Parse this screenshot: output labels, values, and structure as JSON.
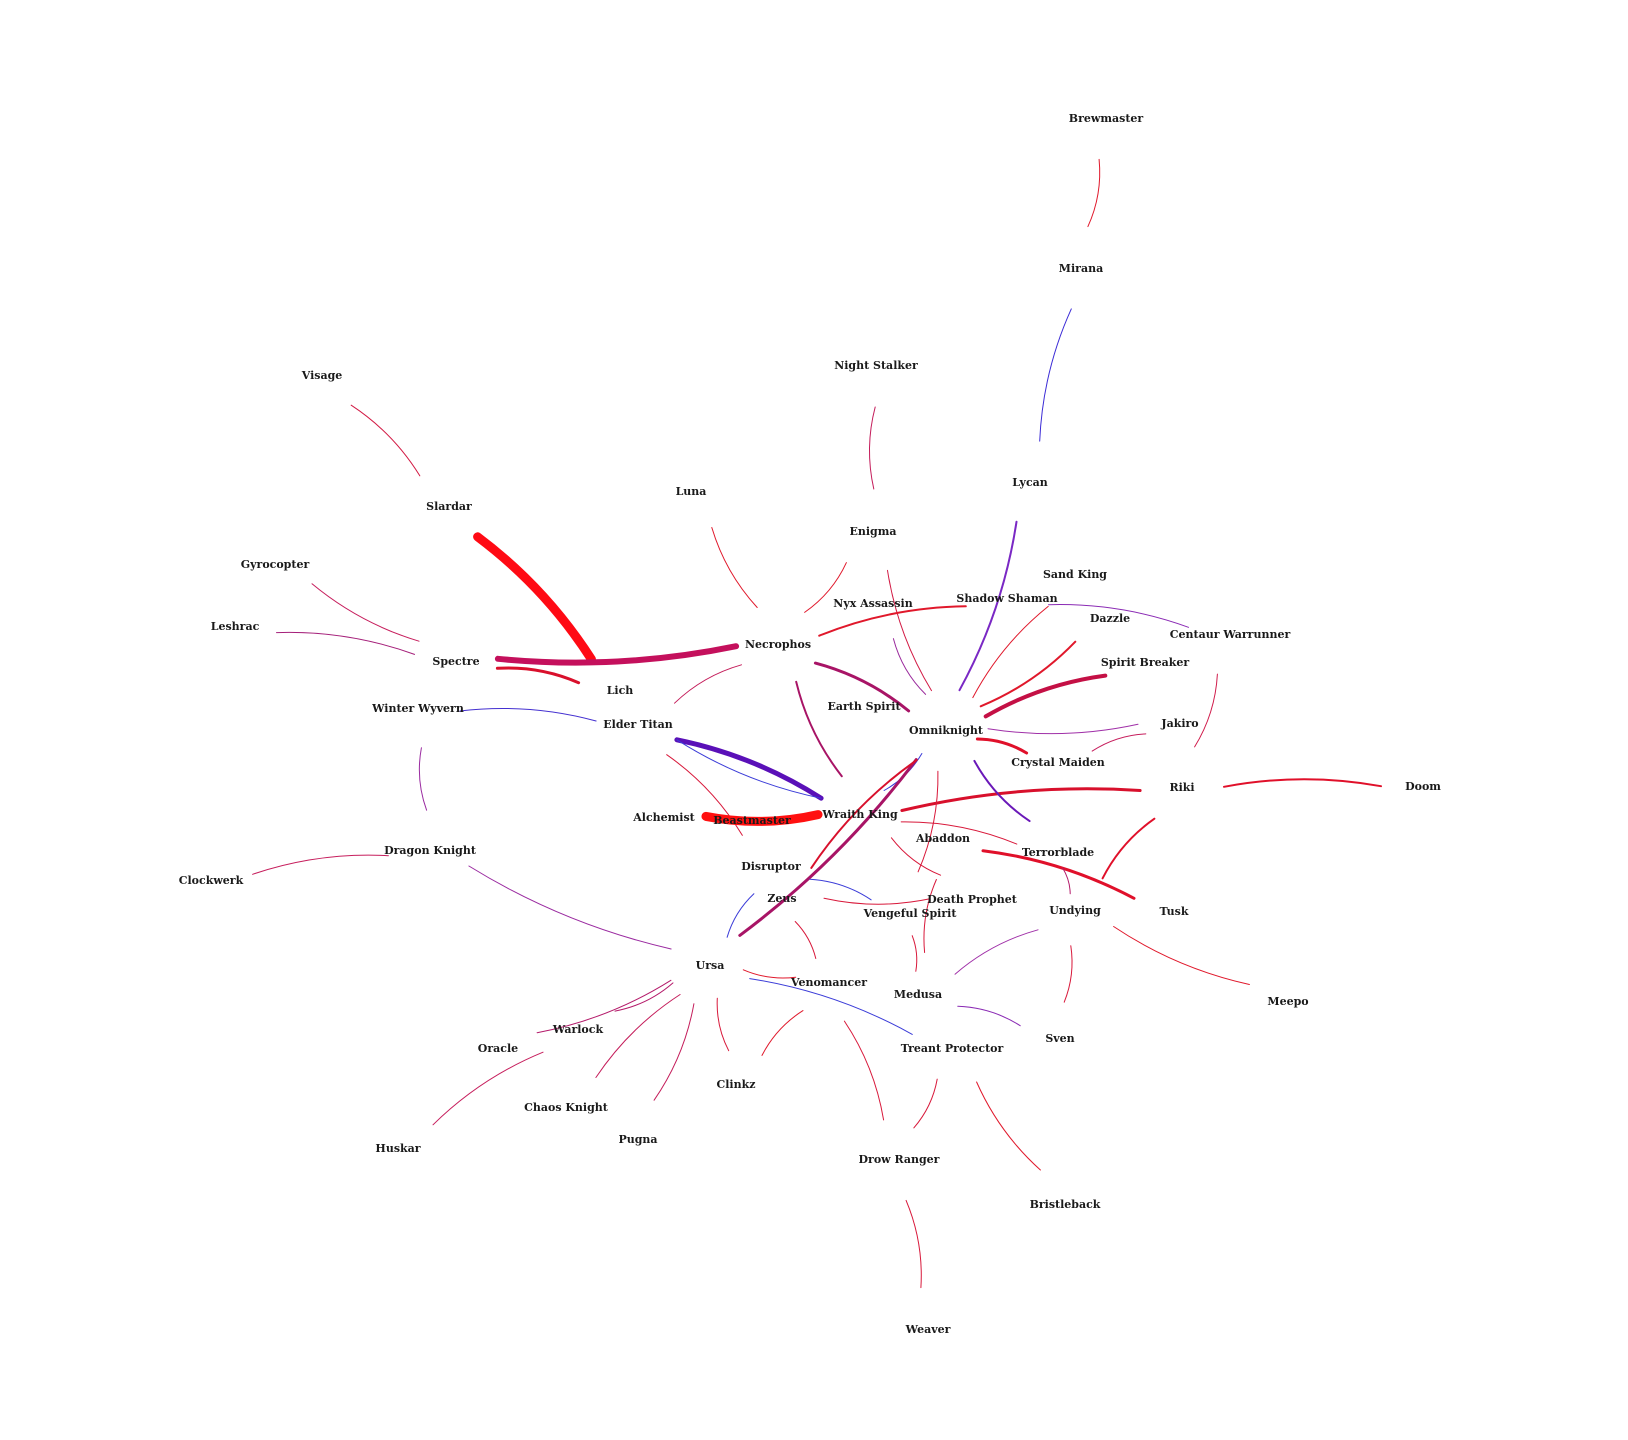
{
  "nodes": [
    {
      "id": "brewmaster",
      "label": "Brewmaster"
    },
    {
      "id": "mirana",
      "label": "Mirana"
    },
    {
      "id": "visage",
      "label": "Visage"
    },
    {
      "id": "night-stalker",
      "label": "Night Stalker"
    },
    {
      "id": "lycan",
      "label": "Lycan"
    },
    {
      "id": "luna",
      "label": "Luna"
    },
    {
      "id": "slardar",
      "label": "Slardar"
    },
    {
      "id": "enigma",
      "label": "Enigma"
    },
    {
      "id": "gyrocopter",
      "label": "Gyrocopter"
    },
    {
      "id": "sand-king",
      "label": "Sand King"
    },
    {
      "id": "nyx-assassin",
      "label": "Nyx Assassin"
    },
    {
      "id": "shadow-shaman",
      "label": "Shadow Shaman"
    },
    {
      "id": "dazzle",
      "label": "Dazzle"
    },
    {
      "id": "leshrac",
      "label": "Leshrac"
    },
    {
      "id": "centaur-warrunner",
      "label": "Centaur Warrunner"
    },
    {
      "id": "necrophos",
      "label": "Necrophos"
    },
    {
      "id": "spectre",
      "label": "Spectre"
    },
    {
      "id": "spirit-breaker",
      "label": "Spirit Breaker"
    },
    {
      "id": "lich",
      "label": "Lich"
    },
    {
      "id": "earth-spirit",
      "label": "Earth Spirit"
    },
    {
      "id": "winter-wyvern",
      "label": "Winter Wyvern"
    },
    {
      "id": "elder-titan",
      "label": "Elder Titan"
    },
    {
      "id": "jakiro",
      "label": "Jakiro"
    },
    {
      "id": "omniknight",
      "label": "Omniknight"
    },
    {
      "id": "crystal-maiden",
      "label": "Crystal Maiden"
    },
    {
      "id": "riki",
      "label": "Riki"
    },
    {
      "id": "doom",
      "label": "Doom"
    },
    {
      "id": "alchemist",
      "label": "Alchemist"
    },
    {
      "id": "beastmaster",
      "label": "Beastmaster"
    },
    {
      "id": "wraith-king",
      "label": "Wraith King"
    },
    {
      "id": "abaddon",
      "label": "Abaddon"
    },
    {
      "id": "dragon-knight",
      "label": "Dragon Knight"
    },
    {
      "id": "terrorblade",
      "label": "Terrorblade"
    },
    {
      "id": "disruptor",
      "label": "Disruptor"
    },
    {
      "id": "clockwerk",
      "label": "Clockwerk"
    },
    {
      "id": "death-prophet",
      "label": "Death Prophet"
    },
    {
      "id": "zeus",
      "label": "Zeus"
    },
    {
      "id": "undying",
      "label": "Undying"
    },
    {
      "id": "tusk",
      "label": "Tusk"
    },
    {
      "id": "vengeful-spirit",
      "label": "Vengeful Spirit"
    },
    {
      "id": "ursa",
      "label": "Ursa"
    },
    {
      "id": "venomancer",
      "label": "Venomancer"
    },
    {
      "id": "medusa",
      "label": "Medusa"
    },
    {
      "id": "meepo",
      "label": "Meepo"
    },
    {
      "id": "warlock",
      "label": "Warlock"
    },
    {
      "id": "sven",
      "label": "Sven"
    },
    {
      "id": "oracle",
      "label": "Oracle"
    },
    {
      "id": "treant-protector",
      "label": "Treant Protector"
    },
    {
      "id": "clinkz",
      "label": "Clinkz"
    },
    {
      "id": "chaos-knight",
      "label": "Chaos Knight"
    },
    {
      "id": "pugna",
      "label": "Pugna"
    },
    {
      "id": "huskar",
      "label": "Huskar"
    },
    {
      "id": "drow-ranger",
      "label": "Drow Ranger"
    },
    {
      "id": "bristleback",
      "label": "Bristleback"
    },
    {
      "id": "weaver",
      "label": "Weaver"
    }
  ],
  "edges": [
    {
      "source": "brewmaster",
      "target": "mirana",
      "color": "#e0182b",
      "weight": 1
    },
    {
      "source": "mirana",
      "target": "lycan",
      "color": "#3b2bd6",
      "weight": 1
    },
    {
      "source": "visage",
      "target": "slardar",
      "color": "#d21a44",
      "weight": 1
    },
    {
      "source": "night-stalker",
      "target": "enigma",
      "color": "#c41c5a",
      "weight": 1
    },
    {
      "source": "slardar",
      "target": "lich",
      "color": "#ff0a14",
      "weight": 9
    },
    {
      "source": "spectre",
      "target": "necrophos",
      "color": "#c4105c",
      "weight": 6
    },
    {
      "source": "spectre",
      "target": "lich",
      "color": "#d9102c",
      "weight": 3
    },
    {
      "source": "gyrocopter",
      "target": "spectre",
      "color": "#c61d5c",
      "weight": 1
    },
    {
      "source": "leshrac",
      "target": "spectre",
      "color": "#a5207a",
      "weight": 1
    },
    {
      "source": "luna",
      "target": "necrophos",
      "color": "#e0182b",
      "weight": 1
    },
    {
      "source": "enigma",
      "target": "necrophos",
      "color": "#e0182b",
      "weight": 1
    },
    {
      "source": "enigma",
      "target": "omniknight",
      "color": "#d21a44",
      "weight": 1
    },
    {
      "source": "necrophos",
      "target": "shadow-shaman",
      "color": "#e0182b",
      "weight": 2
    },
    {
      "source": "necrophos",
      "target": "elder-titan",
      "color": "#c41c5a",
      "weight": 1
    },
    {
      "source": "necrophos",
      "target": "omniknight",
      "color": "#a81466",
      "weight": 3
    },
    {
      "source": "necrophos",
      "target": "wraith-king",
      "color": "#a81466",
      "weight": 2
    },
    {
      "source": "lycan",
      "target": "omniknight",
      "color": "#7a28c4",
      "weight": 2
    },
    {
      "source": "nyx-assassin",
      "target": "omniknight",
      "color": "#9a2a9c",
      "weight": 1
    },
    {
      "source": "shadow-shaman",
      "target": "centaur-warrunner",
      "color": "#8a2ab4",
      "weight": 1
    },
    {
      "source": "sand-king",
      "target": "omniknight",
      "color": "#e0182b",
      "weight": 1
    },
    {
      "source": "dazzle",
      "target": "omniknight",
      "color": "#e0182b",
      "weight": 2
    },
    {
      "source": "spirit-breaker",
      "target": "omniknight",
      "color": "#c41045",
      "weight": 4
    },
    {
      "source": "jakiro",
      "target": "omniknight",
      "color": "#a030a8",
      "weight": 1
    },
    {
      "source": "jakiro",
      "target": "crystal-maiden",
      "color": "#c61d5c",
      "weight": 1
    },
    {
      "source": "centaur-warrunner",
      "target": "riki",
      "color": "#d01a4a",
      "weight": 1
    },
    {
      "source": "crystal-maiden",
      "target": "omniknight",
      "color": "#e0102a",
      "weight": 3
    },
    {
      "source": "winter-wyvern",
      "target": "elder-titan",
      "color": "#4430d0",
      "weight": 1
    },
    {
      "source": "winter-wyvern",
      "target": "dragon-knight",
      "color": "#9a2aa0",
      "weight": 1
    },
    {
      "source": "elder-titan",
      "target": "wraith-king",
      "color": "#5a10b8",
      "weight": 5
    },
    {
      "source": "elder-titan",
      "target": "wraith-king",
      "color": "#3b3cd8",
      "weight": 1
    },
    {
      "source": "elder-titan",
      "target": "disruptor",
      "color": "#d8183a",
      "weight": 1
    },
    {
      "source": "alchemist",
      "target": "wraith-king",
      "color": "#ff1010",
      "weight": 9
    },
    {
      "source": "wraith-king",
      "target": "riki",
      "color": "#d8102c",
      "weight": 3
    },
    {
      "source": "wraith-king",
      "target": "omniknight",
      "color": "#3b3cd8",
      "weight": 1
    },
    {
      "source": "wraith-king",
      "target": "terrorblade",
      "color": "#d8183a",
      "weight": 1
    },
    {
      "source": "wraith-king",
      "target": "death-prophet",
      "color": "#d8183a",
      "weight": 1
    },
    {
      "source": "omniknight",
      "target": "ursa",
      "color": "#a81466",
      "weight": 3
    },
    {
      "source": "omniknight",
      "target": "terrorblade",
      "color": "#6a18b8",
      "weight": 2
    },
    {
      "source": "omniknight",
      "target": "vengeful-spirit",
      "color": "#d8183a",
      "weight": 1
    },
    {
      "source": "omniknight",
      "target": "zeus",
      "color": "#d8102c",
      "weight": 2
    },
    {
      "source": "riki",
      "target": "doom",
      "color": "#e0102a",
      "weight": 2
    },
    {
      "source": "riki",
      "target": "undying",
      "color": "#e0102a",
      "weight": 2
    },
    {
      "source": "abaddon",
      "target": "tusk",
      "color": "#e0102a",
      "weight": 3
    },
    {
      "source": "abaddon",
      "target": "medusa",
      "color": "#d8183a",
      "weight": 1
    },
    {
      "source": "terrorblade",
      "target": "undying",
      "color": "#b41a6a",
      "weight": 1
    },
    {
      "source": "disruptor",
      "target": "ursa",
      "color": "#3b3cd8",
      "weight": 1
    },
    {
      "source": "disruptor",
      "target": "vengeful-spirit",
      "color": "#3b3cd8",
      "weight": 1
    },
    {
      "source": "dragon-knight",
      "target": "ursa",
      "color": "#9a2aa0",
      "weight": 1
    },
    {
      "source": "clockwerk",
      "target": "dragon-knight",
      "color": "#c61d5c",
      "weight": 1
    },
    {
      "source": "zeus",
      "target": "death-prophet",
      "color": "#d8183a",
      "weight": 1
    },
    {
      "source": "zeus",
      "target": "venomancer",
      "color": "#d8183a",
      "weight": 1
    },
    {
      "source": "undying",
      "target": "medusa",
      "color": "#a030a8",
      "weight": 1
    },
    {
      "source": "undying",
      "target": "sven",
      "color": "#d8183a",
      "weight": 1
    },
    {
      "source": "undying",
      "target": "meepo",
      "color": "#e0182b",
      "weight": 1
    },
    {
      "source": "ursa",
      "target": "warlock",
      "color": "#b41a6a",
      "weight": 1
    },
    {
      "source": "ursa",
      "target": "venomancer",
      "color": "#e0182b",
      "weight": 1
    },
    {
      "source": "ursa",
      "target": "treant-protector",
      "color": "#3b3cd8",
      "weight": 1
    },
    {
      "source": "ursa",
      "target": "chaos-knight",
      "color": "#c41c5a",
      "weight": 1
    },
    {
      "source": "ursa",
      "target": "pugna",
      "color": "#c41c5a",
      "weight": 1
    },
    {
      "source": "ursa",
      "target": "clinkz",
      "color": "#d8183a",
      "weight": 1
    },
    {
      "source": "ursa",
      "target": "oracle",
      "color": "#b41a6a",
      "weight": 1
    },
    {
      "source": "warlock",
      "target": "huskar",
      "color": "#c61d5c",
      "weight": 1
    },
    {
      "source": "venomancer",
      "target": "drow-ranger",
      "color": "#d8183a",
      "weight": 1
    },
    {
      "source": "venomancer",
      "target": "clinkz",
      "color": "#e0182b",
      "weight": 1
    },
    {
      "source": "medusa",
      "target": "sven",
      "color": "#8a2ab4",
      "weight": 1
    },
    {
      "source": "medusa",
      "target": "vengeful-spirit",
      "color": "#d8183a",
      "weight": 1
    },
    {
      "source": "treant-protector",
      "target": "drow-ranger",
      "color": "#d8183a",
      "weight": 1
    },
    {
      "source": "treant-protector",
      "target": "bristleback",
      "color": "#e0182b",
      "weight": 1
    },
    {
      "source": "drow-ranger",
      "target": "weaver",
      "color": "#d8183a",
      "weight": 1
    }
  ]
}
